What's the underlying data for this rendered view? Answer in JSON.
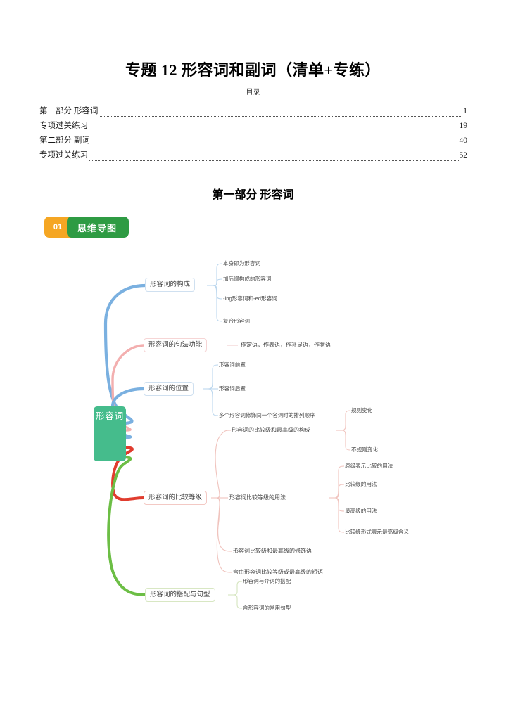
{
  "document": {
    "title": "专题 12  形容词和副词（清单+专练）",
    "toc_heading": "目录",
    "toc": [
      {
        "label": "第一部分  形容词",
        "page": "1"
      },
      {
        "label": "专项过关练习",
        "page": "19"
      },
      {
        "label": "第二部分  副词",
        "page": "40"
      },
      {
        "label": "专项过关练习",
        "page": "52"
      }
    ],
    "section_heading": "第一部分  形容词",
    "badge": {
      "number": "01",
      "text": "思维导图"
    }
  },
  "mindmap": {
    "root": "形容词",
    "branches": [
      {
        "label": "形容词的构成",
        "color": "#7AB0E0",
        "children": [
          {
            "label": "本身即为形容词"
          },
          {
            "label": "加后缀构成的形容词"
          },
          {
            "label": "-ing形容词和-ed形容词"
          },
          {
            "label": "复合形容词"
          }
        ]
      },
      {
        "label": "形容词的句法功能",
        "color": "#F3AFAF",
        "children": [
          {
            "label": "作定语，作表语，作补足语，作状语"
          }
        ]
      },
      {
        "label": "形容词的位置",
        "color": "#7AB0E0",
        "children": [
          {
            "label": "形容词前置"
          },
          {
            "label": "形容词后置"
          },
          {
            "label": "多个形容词修饰同一个名词时的排列顺序"
          }
        ]
      },
      {
        "label": "形容词的比较等级",
        "color": "#E03C2E",
        "children": [
          {
            "label": "形容词的比较级和最高级的构成",
            "children": [
              {
                "label": "规则变化"
              },
              {
                "label": "不规则变化"
              }
            ]
          },
          {
            "label": "形容词比较等级的用法",
            "children": [
              {
                "label": "原级表示比较的用法"
              },
              {
                "label": "比较级的用法"
              },
              {
                "label": "最高级的用法"
              },
              {
                "label": "比较级形式表示最高级含义"
              }
            ]
          },
          {
            "label": "形容词比较级和最高级的修饰语"
          },
          {
            "label": "含由形容词比较等级或最高级的短语"
          }
        ]
      },
      {
        "label": "形容词的搭配与句型",
        "color": "#6CBE45",
        "children": [
          {
            "label": "形容词与介词的搭配"
          },
          {
            "label": "含形容词的常用句型"
          }
        ]
      }
    ]
  }
}
